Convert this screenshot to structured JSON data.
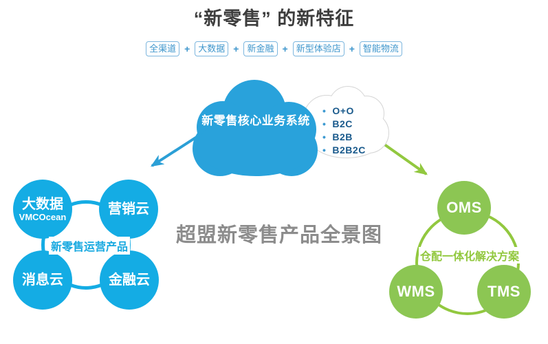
{
  "title": "“新零售” 的新特征",
  "tags": {
    "separator": "+",
    "items": [
      "全渠道",
      "大数据",
      "新金融",
      "新型体验店",
      "智能物流"
    ]
  },
  "core_system": {
    "label": "新零售核心业务系统",
    "services": [
      "O+O",
      "B2C",
      "B2B",
      "B2B2C"
    ]
  },
  "center_heading": "超盟新零售产品全景图",
  "left_cluster": {
    "center_label": "新零售运营产品",
    "circles": [
      {
        "label": "大数据",
        "sublabel": "VMCOcean"
      },
      {
        "label": "营销云",
        "sublabel": ""
      },
      {
        "label": "消息云",
        "sublabel": ""
      },
      {
        "label": "金融云",
        "sublabel": ""
      }
    ]
  },
  "right_cluster": {
    "center_label": "仓配一体化解决方案",
    "circles": [
      {
        "label": "OMS"
      },
      {
        "label": "WMS"
      },
      {
        "label": "TMS"
      }
    ]
  },
  "colors": {
    "cloud_blue": "#29a2db",
    "circle_blue": "#14ace4",
    "tag_blue": "#3e96cc",
    "service_navy": "#1a5a8c",
    "circle_green": "#8cc653",
    "arrow_green": "#92c83f",
    "heading_gray": "#8c8c8c",
    "title_dark": "#3d3d3d",
    "white_cloud_border": "#d5d5d5"
  }
}
